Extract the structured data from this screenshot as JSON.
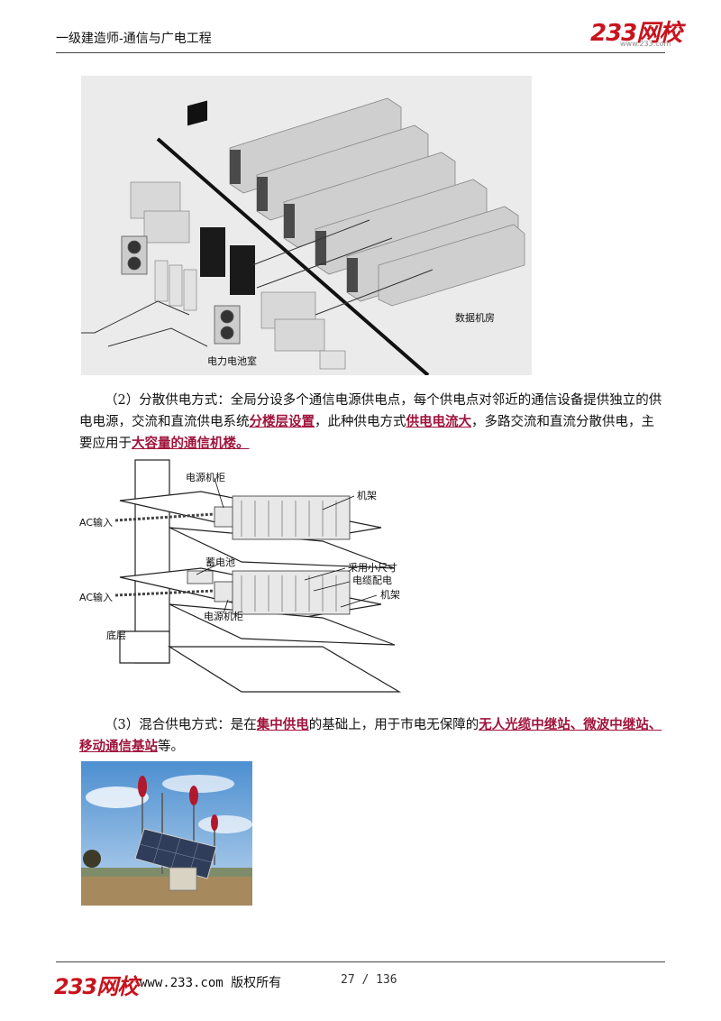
{
  "header": {
    "title": "一级建造师-通信与广电工程",
    "logo": "233网校",
    "logo_sub": "www.233.com"
  },
  "figure1": {
    "label_datacenter": "数据机房",
    "label_powerroom": "电力电池室"
  },
  "para2": {
    "t1": "（2）分散供电方式：全局分设多个通信电源供电点，每个供电点对邻近的通信设备提供独立的供电电源，交流和直流供电系统",
    "h1": "分楼层设置",
    "t2": "，此种供电方式",
    "h2": "供电电流大",
    "t3": "，多路交流和直流分散供电，主要应用于",
    "h3": "大容量的通信机楼。"
  },
  "figure2": {
    "label_power_cabinet_top": "电源机柜",
    "label_rack_top": "机架",
    "label_ac_top": "AC输入",
    "label_battery": "蓄电池",
    "label_cable_1": "采用小尺寸",
    "label_cable_2": "电缆配电",
    "label_ac_bottom": "AC输入",
    "label_rack_bottom": "机架",
    "label_power_cabinet_bottom": "电源机柜",
    "label_ground": "底层"
  },
  "para3": {
    "t1": "（3）混合供电方式：是在",
    "h1": "集中供电",
    "t2": "的基础上，用于市电无保障的",
    "h2": "无人光缆中继站、微波中继站、移动通信基站",
    "t3": "等。"
  },
  "footer": {
    "logo": "233网校",
    "site": "www.233.com",
    "rights": "版权所有",
    "page": "27 / 136"
  }
}
